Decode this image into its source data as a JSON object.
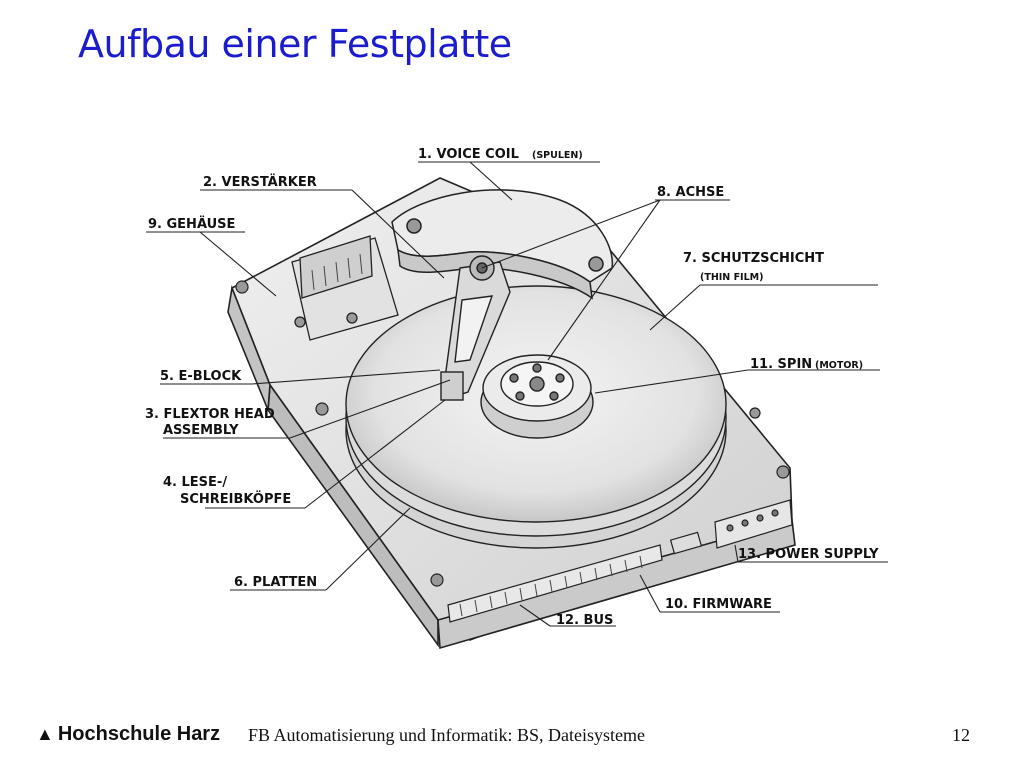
{
  "slide": {
    "title": "Aufbau einer Festplatte",
    "page_number": "12"
  },
  "footer": {
    "logo_text": "Hochschule Harz",
    "logo_icon": "triangle-icon",
    "text": "FB Automatisierung und Informatik: BS, Dateisysteme"
  },
  "labels": {
    "voice_coil": "1. VOICE COIL",
    "voice_coil_sub": "(SPULEN)",
    "verstaerker": "2. VERSTÄRKER",
    "flextor_1": "3. FLEXTOR HEAD",
    "flextor_2": "ASSEMBLY",
    "lese_1": "4. LESE-/",
    "lese_2": "SCHREIBKÖPFE",
    "eblock": "5. E-BLOCK",
    "platten": "6. PLATTEN",
    "schutzschicht": "7. SCHUTZSCHICHT",
    "schutzschicht_sub": "(THIN FILM)",
    "achse": "8. ACHSE",
    "gehaeuse": "9. GEHÄUSE",
    "firmware": "10. FIRMWARE",
    "spin": "11. SPIN",
    "spin_sub": "(MOTOR)",
    "bus": "12. BUS",
    "power_supply": "13. POWER SUPPLY"
  }
}
